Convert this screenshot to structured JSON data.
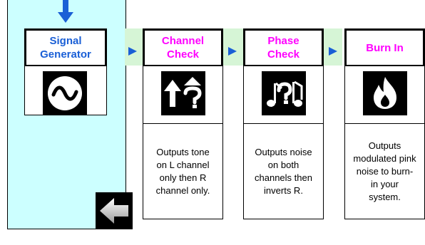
{
  "colors": {
    "panel_bg": "#ccffff",
    "flow_band": "#d6f5d6",
    "accent_blue": "#1a5fd6",
    "accent_magenta": "#ff00ff"
  },
  "signal_generator": {
    "title_line1": "Signal",
    "title_line2": "Generator",
    "icon": "sine-wave-icon"
  },
  "steps": [
    {
      "title_line1": "Channel",
      "title_line2": "Check",
      "icon": "arrow-up-question-icon",
      "desc": [
        "Outputs tone",
        "on L channel",
        "only then R",
        "channel only."
      ]
    },
    {
      "title_line1": "Phase",
      "title_line2": "Check",
      "icon": "notes-question-icon",
      "desc": [
        "Outputs noise",
        "on both",
        "channels then",
        "inverts R."
      ]
    },
    {
      "title_line1": "Burn In",
      "title_line2": "",
      "icon": "flame-icon",
      "desc": [
        "Outputs",
        "modulated pink",
        "noise to burn-",
        "in your",
        "system."
      ]
    }
  ],
  "back_button": {
    "icon": "back-arrow-icon"
  }
}
